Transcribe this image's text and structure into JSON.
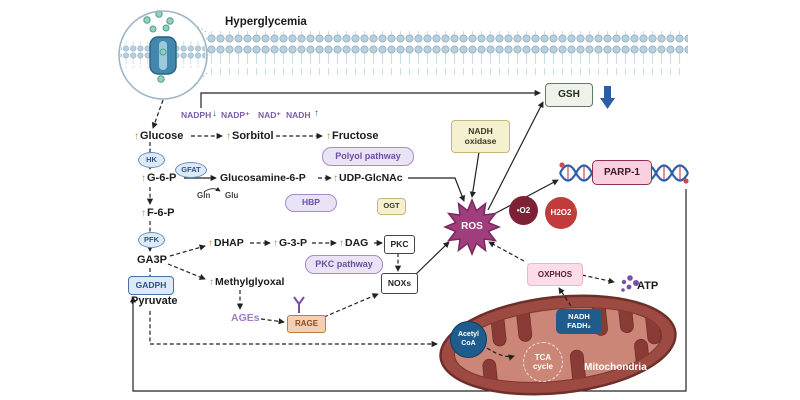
{
  "glyphs": {
    "up": "↑",
    "down": "↓"
  },
  "colors": {
    "orange_arrow": "#c87d2a",
    "purple": "#7b5ea7",
    "blue": "#2a5fa8",
    "ros": "#a03d7c",
    "mito_outer": "#9c4a42",
    "parp_pink": "#f8d0e0"
  },
  "header": {
    "title": "Hyperglycemia"
  },
  "cofactors": {
    "nadph": "NADPH",
    "nadp": "NADP⁺",
    "nad": "NAD⁺",
    "nadh": "NADH"
  },
  "metabolites": {
    "glucose": "Glucose",
    "sorbitol": "Sorbitol",
    "fructose": "Fructose",
    "g6p": "G-6-P",
    "glucosamine": "Glucosamine-6-P",
    "udp": "UDP-GlcNAc",
    "f6p": "F-6-P",
    "dhap": "DHAP",
    "g3p": "G-3-P",
    "dag": "DAG",
    "ga3p": "GA3P",
    "methylglyoxal": "Methylglyoxal",
    "pyruvate": "Pyruvate",
    "gln": "Gln",
    "glu": "Glu",
    "ages": "AGEs"
  },
  "enzymes": {
    "hk": "HK",
    "gfat": "GFAT",
    "pfk": "PFK",
    "gadph": "GADPH",
    "ogt": "OGT",
    "pkc": "PKC",
    "noxs": "NOXs",
    "rage": "RAGE"
  },
  "pathway_labels": {
    "polyol": "Polyol pathway",
    "hbp": "HBP",
    "pkc": "PKC pathway"
  },
  "oxidative": {
    "nadh_oxidase_1": "NADH",
    "nadh_oxidase_2": "oxidase",
    "ros": "ROS",
    "superoxide": "•O2",
    "h2o2": "H2O2",
    "gsh": "GSH",
    "parp1": "PARP-1"
  },
  "mito": {
    "oxphos": "OXPHOS",
    "atp": "ATP",
    "acetyl_1": "Acetyl",
    "acetyl_2": "CoA",
    "nadh": "NADH",
    "fadh2": "FADH₂",
    "tca_1": "TCA",
    "tca_2": "cycle",
    "label": "Mitochondria"
  }
}
